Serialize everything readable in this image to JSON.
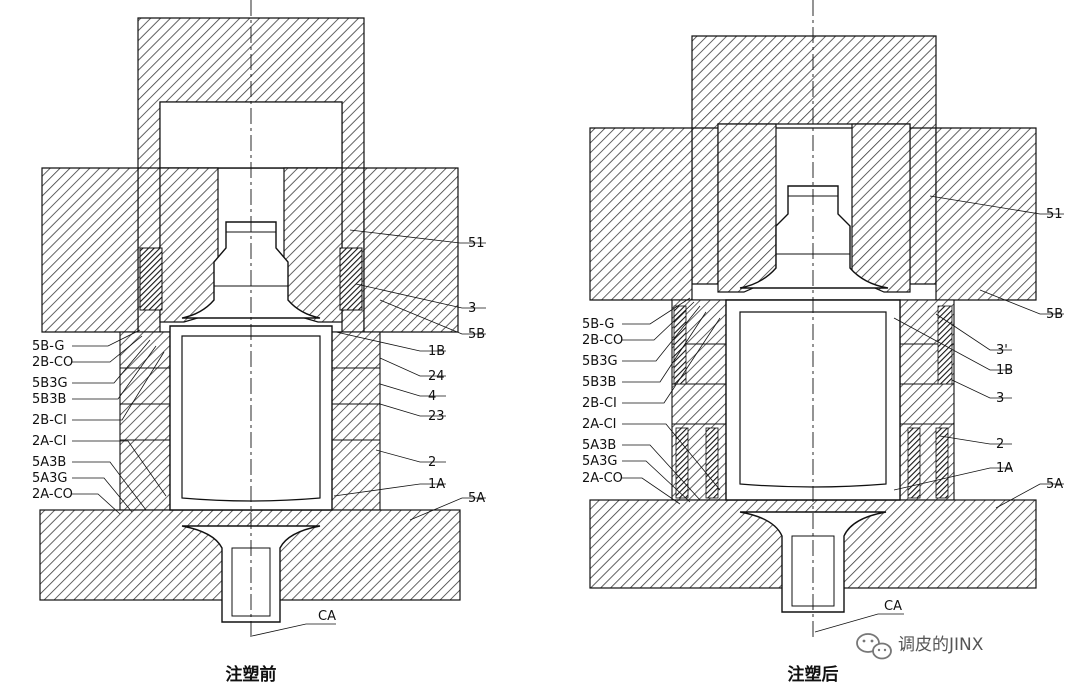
{
  "left": {
    "caption": "注塑前",
    "labels_left": [
      "5B-G",
      "2B-CO",
      "5B3G",
      "5B3B",
      "2B-CI",
      "2A-CI",
      "5A3B",
      "5A3G",
      "2A-CO"
    ],
    "labels_right": [
      "51",
      "3",
      "5B",
      "1B",
      "24",
      "4",
      "23",
      "2",
      "1A",
      "5A"
    ],
    "axis_label": "CA"
  },
  "right": {
    "caption": "注塑后",
    "labels_left": [
      "5B-G",
      "2B-CO",
      "5B3G",
      "5B3B",
      "2B-CI",
      "2A-CI",
      "5A3B",
      "5A3G",
      "2A-CO"
    ],
    "labels_right": [
      "51",
      "5B",
      "3'",
      "1B",
      "3",
      "2",
      "1A",
      "5A"
    ],
    "axis_label": "CA"
  },
  "watermark": {
    "text": "调皮的JINX",
    "icon": "wechat-icon"
  },
  "colors": {
    "hatch": "#3a3a3a",
    "line": "#111111",
    "dark_hatch": "#151515"
  }
}
